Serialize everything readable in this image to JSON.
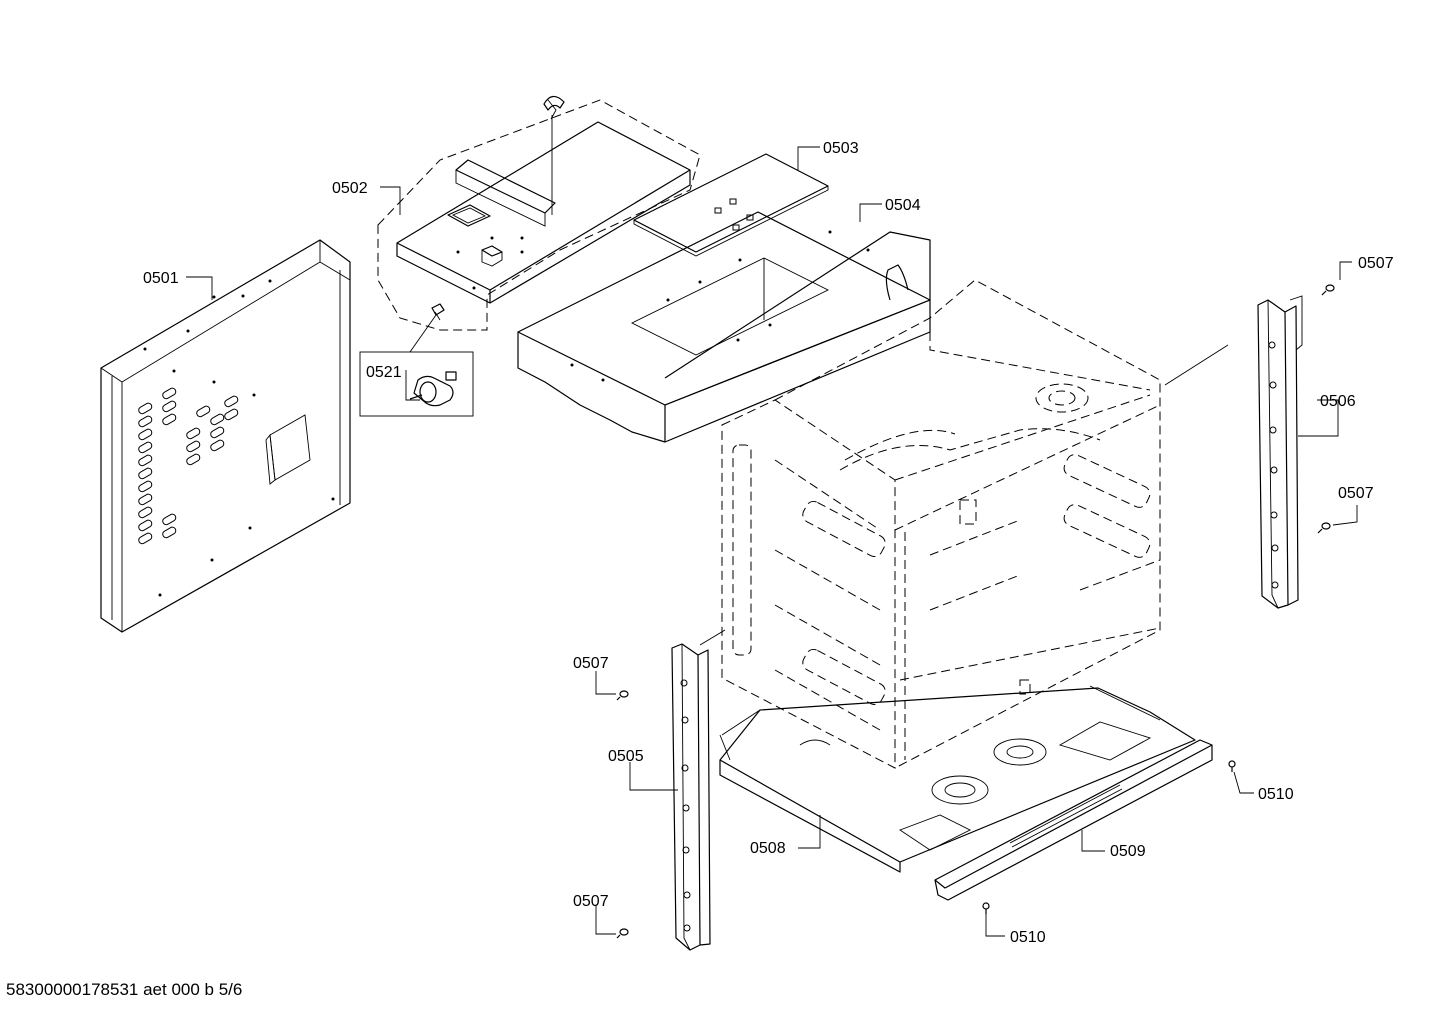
{
  "parts": {
    "p0501": "0501",
    "p0502": "0502",
    "p0503": "0503",
    "p0504": "0504",
    "p0505": "0505",
    "p0506": "0506",
    "p0507a": "0507",
    "p0507b": "0507",
    "p0507c": "0507",
    "p0507d": "0507",
    "p0508": "0508",
    "p0509": "0509",
    "p0510a": "0510",
    "p0510b": "0510",
    "p0521": "0521"
  },
  "footer": "58300000178531 aet 000 b 5/6"
}
